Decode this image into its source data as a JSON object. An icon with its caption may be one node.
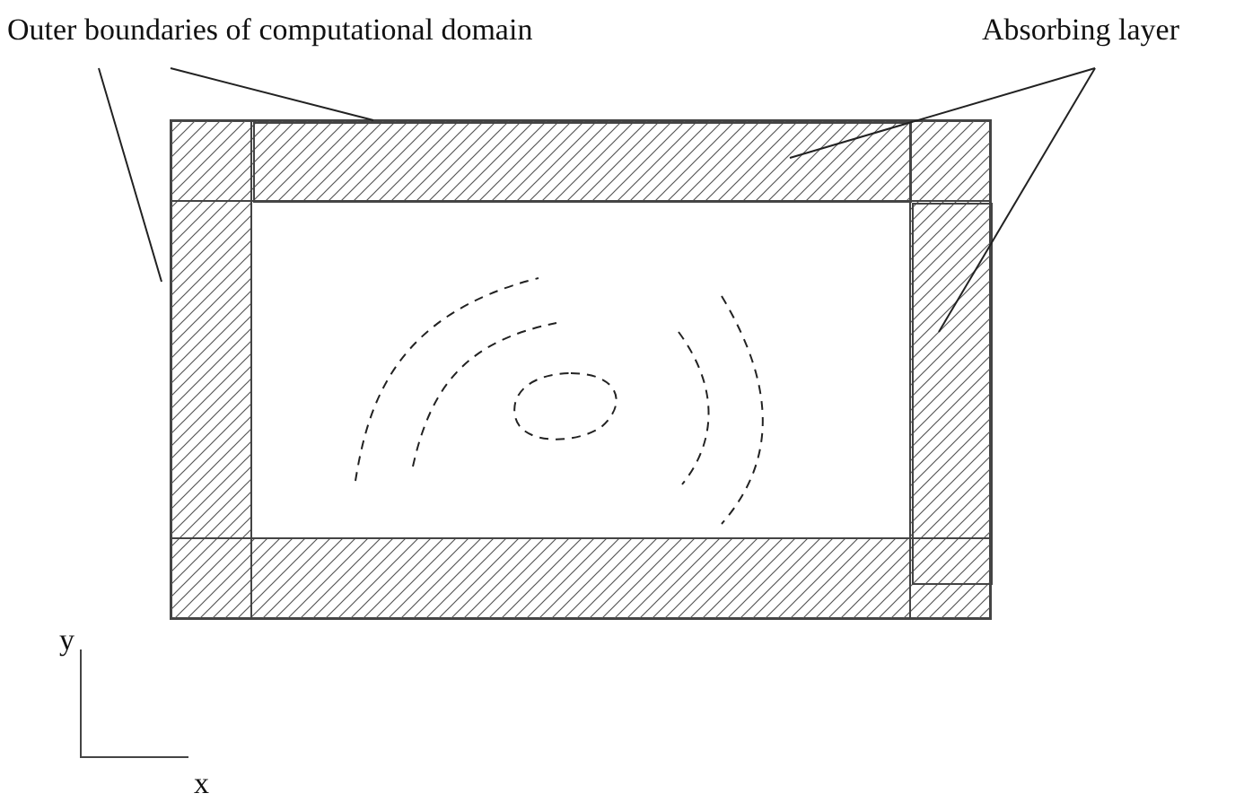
{
  "diagram": {
    "nodes": [
      {
        "text": [
          "Outer boundaries of computational domain"
        ]
      },
      {
        "text": [
          "Absorbing layer"
        ]
      },
      {
        "text": [],
        "shape": "box"
      },
      {
        "text": [],
        "shape": "bar",
        "in": 2
      },
      {
        "text": [],
        "shape": "bar",
        "in": 2
      }
    ],
    "edges": [
      {
        "from": 0,
        "to": 2,
        "arrow": "none"
      },
      {
        "from": 0,
        "to": 2,
        "arrow": "none"
      },
      {
        "from": 1,
        "to": 3,
        "arrow": "none"
      },
      {
        "from": 1,
        "to": 4,
        "arrow": "none"
      }
    ],
    "labels": [
      "y",
      "x"
    ]
  }
}
